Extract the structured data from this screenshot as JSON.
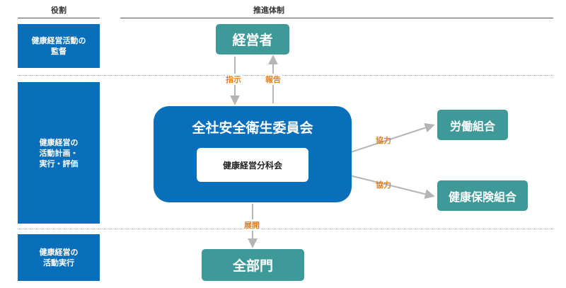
{
  "header": {
    "role_heading": "役割",
    "structure_heading": "推進体制"
  },
  "roles": [
    "健康経営活動の\n監督",
    "健康経営の\n活動計画・\n実行・評価",
    "健康経営の\n活動実行"
  ],
  "nodes": {
    "executives": "経営者",
    "committee": "全社安全衛生委員会",
    "subcommittee": "健康経営分科会",
    "labor_union": "労働組合",
    "health_insurance_union": "健康保険組合",
    "all_departments": "全部門"
  },
  "edges": {
    "instruction": "指示",
    "report": "報告",
    "cooperation_labor": "協力",
    "cooperation_insurance": "協力",
    "deployment": "展開"
  },
  "colors": {
    "role_blue": "#0a6fba",
    "committee_blue": "#0a6fba",
    "teal": "#3e9a98",
    "label_orange": "#e07f1f",
    "arrow_gray": "#b5b5b5"
  }
}
